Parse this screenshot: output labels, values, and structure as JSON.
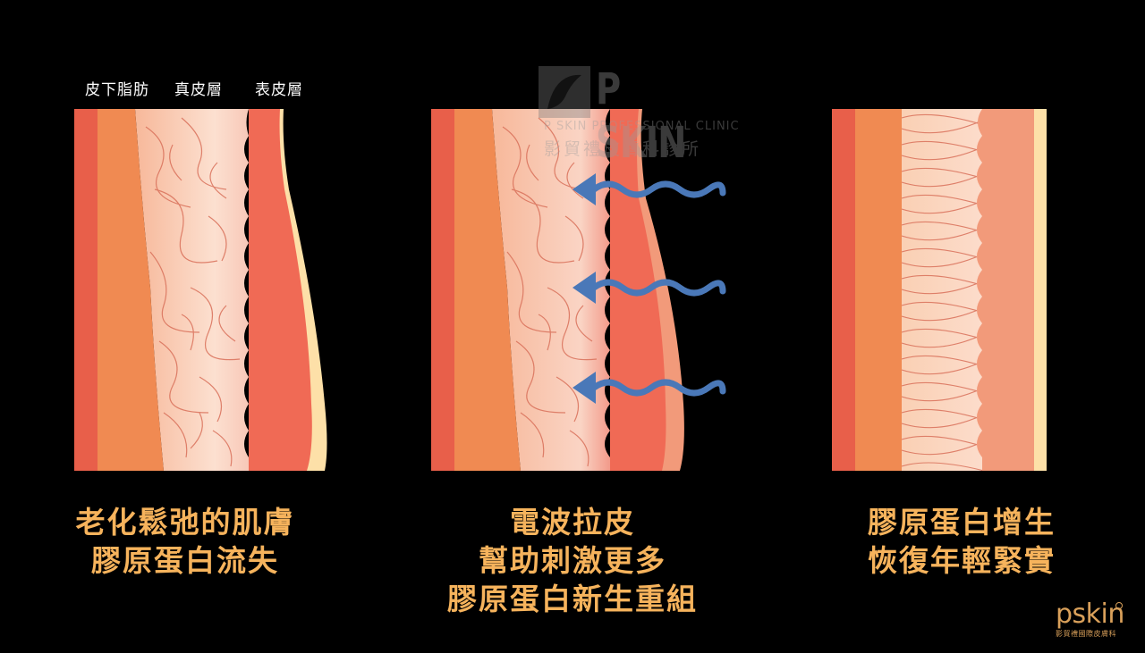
{
  "labels": {
    "subcutaneous_fat": "皮下脂肪",
    "dermis": "真皮層",
    "epidermis": "表皮層"
  },
  "panels": [
    {
      "caption_lines": [
        "老化鬆弛的肌膚",
        "膠原蛋白流失"
      ]
    },
    {
      "caption_lines": [
        "電波拉皮",
        "幫助刺激更多",
        "膠原蛋白新生重組"
      ]
    },
    {
      "caption_lines": [
        "膠原蛋白增生",
        "恢復年輕緊實"
      ]
    }
  ],
  "watermark": {
    "brand": "P SKIN",
    "subtitle": "P SKIN PROFESSIONAL CLINIC",
    "chinese": "影貿禮皮膚科診所"
  },
  "logo": {
    "brand": "pskin",
    "subtitle": "影貿禮國際皮膚科"
  },
  "colors": {
    "caption": "#f6b35c",
    "fat_outer": "#e85f4a",
    "fat_inner": "#f08a52",
    "dermis": "#f9c8a8",
    "epidermis_red": "#f06a55",
    "skin_surface": "#fde0a8",
    "arrow": "#4a78b8",
    "fiber": "#d9705a"
  }
}
